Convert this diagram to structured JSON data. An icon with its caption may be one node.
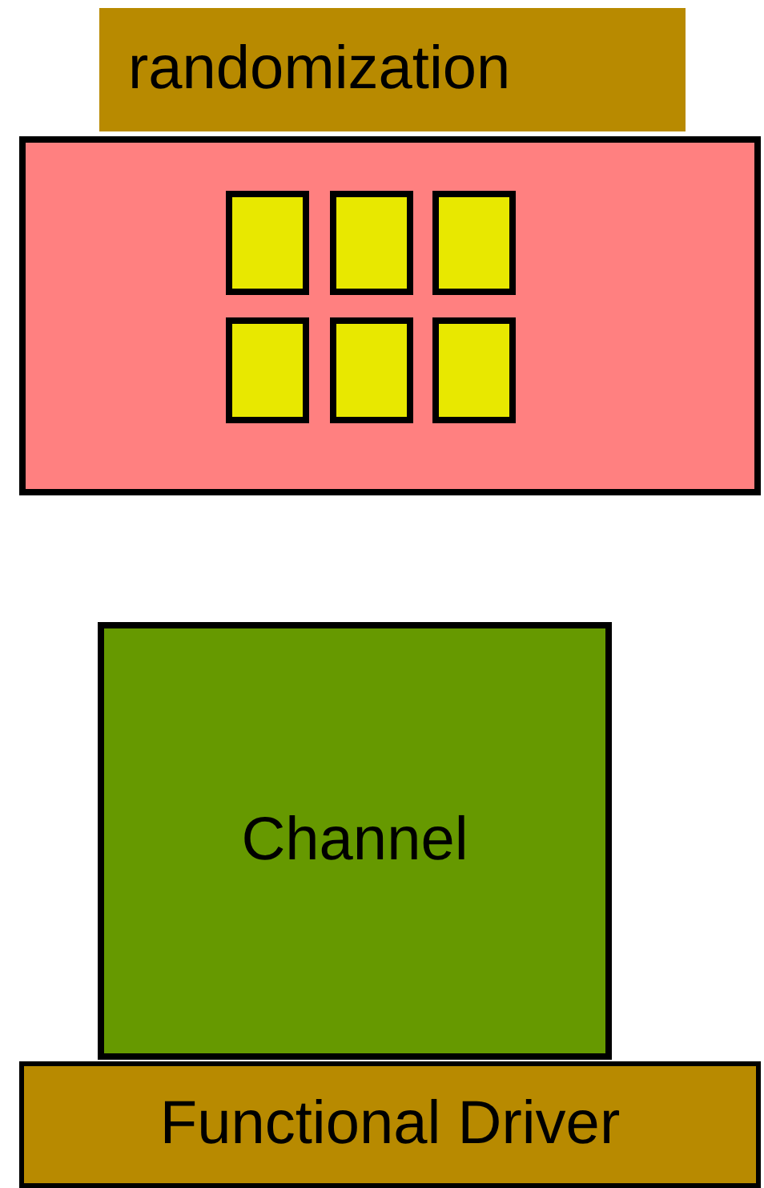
{
  "diagram": {
    "nodes": [
      {
        "text": [
          "randomization"
        ]
      },
      {
        "text": [],
        "shape": "box"
      },
      {
        "text": [],
        "shape": "box",
        "in": 1
      },
      {
        "text": [],
        "shape": "box",
        "in": 1
      },
      {
        "text": [],
        "shape": "box",
        "in": 1
      },
      {
        "text": [],
        "shape": "box",
        "in": 1
      },
      {
        "text": [],
        "shape": "box",
        "in": 1
      },
      {
        "text": [],
        "shape": "box",
        "in": 1
      },
      {
        "text": [
          "Channel"
        ]
      },
      {
        "text": [
          "Functional Driver"
        ]
      }
    ],
    "edges": []
  }
}
